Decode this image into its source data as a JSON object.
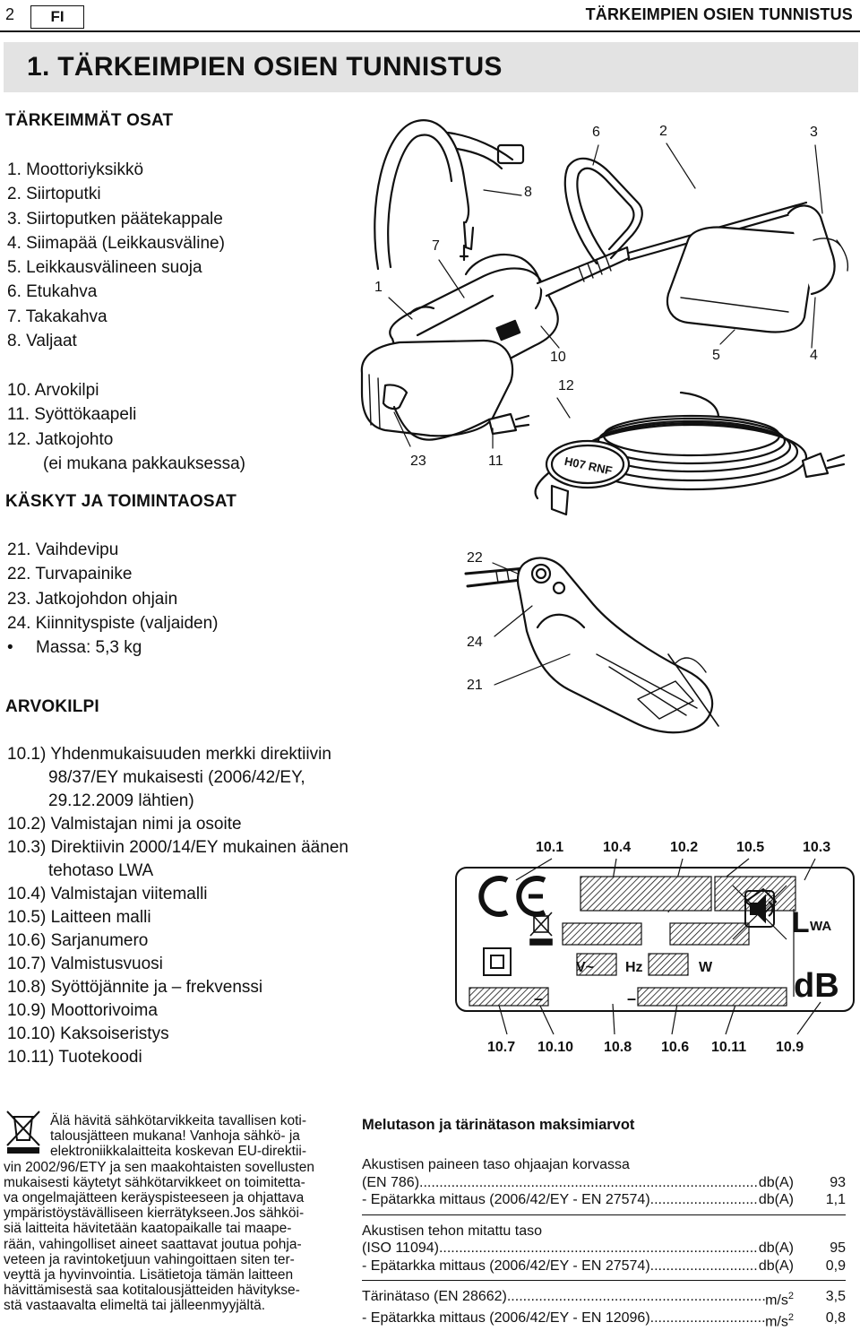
{
  "header": {
    "page_number": "2",
    "language": "FI",
    "running_title": "TÄRKEIMPIEN OSIEN TUNNISTUS"
  },
  "title": "1. TÄRKEIMPIEN OSIEN TUNNISTUS",
  "main_parts": {
    "heading": "TÄRKEIMMÄT OSAT",
    "items": [
      "1. Moottoriyksikkö",
      "2. Siirtoputki",
      "3. Siirtoputken päätekappale",
      "4. Siimapää (Leikkausväline)",
      "5. Leikkausvälineen suoja",
      "6. Etukahva",
      "7. Takakahva",
      "8. Valjaat"
    ],
    "items2": [
      "10. Arvokilpi",
      "11. Syöttökaapeli",
      "12. Jatkojohto"
    ],
    "item12_note": "(ei mukana pakkauksessa)"
  },
  "controls": {
    "heading": "KÄSKYT JA TOIMINTAOSAT",
    "items": [
      "21. Vaihdevipu",
      "22. Turvapainike",
      "23. Jatkojohdon ohjain",
      "24. Kiinnityspiste (valjaiden)"
    ],
    "mass": "Massa: 5,3 kg"
  },
  "figure_labels": {
    "main": [
      "1",
      "7",
      "8",
      "6",
      "2",
      "3",
      "10",
      "5",
      "4",
      "12",
      "23",
      "11"
    ],
    "cable_text": "H07 RNF",
    "handle": [
      "22",
      "24",
      "21"
    ]
  },
  "rating_plate": {
    "heading": "ARVOKILPI",
    "items": [
      "10.1) Yhdenmukaisuuden merkki direktiivin",
      "98/37/EY mukaisesti (2006/42/EY,",
      "29.12.2009 lähtien)",
      "10.2) Valmistajan nimi ja osoite",
      "10.3) Direktiivin 2000/14/EY mukainen äänen",
      "tehotaso LWA",
      "10.4) Valmistajan viitemalli",
      "10.5) Laitteen malli",
      "10.6) Sarjanumero",
      "10.7) Valmistusvuosi",
      "10.8) Syöttöjännite ja – frekvenssi",
      "10.9) Moottorivoima",
      "10.10) Kaksoiseristys",
      "10.11) Tuotekoodi"
    ],
    "top_labels": [
      "10.1",
      "10.4",
      "10.2",
      "10.5",
      "10.3"
    ],
    "bottom_labels": [
      "10.7",
      "10.10",
      "10.8",
      "10.6",
      "10.11",
      "10.9"
    ],
    "plate_text": {
      "volt": "V~",
      "hz": "Hz",
      "watt": "W",
      "lwa_l": "L",
      "lwa_sub": "WA",
      "db": "dB",
      "dash1": "–",
      "dash2": "–"
    }
  },
  "disposal": {
    "lines": [
      "Älä hävitä sähkötarvikkeita tavallisen koti-",
      "talousjätteen mukana! Vanhoja sähkö- ja",
      "elektroniikkalaitteita koskevan EU-direktii-",
      "vin 2002/96/ETY ja sen maakohtaisten sovellusten",
      "mukaisesti käytetyt sähkötarvikkeet on toimitetta-",
      "va ongelmajätteen keräyspisteeseen ja ohjattava",
      "ympäristöystävälliseen kierrätykseen.Jos sähköi-",
      "siä laitteita hävitetään kaatopaikalle tai maape-",
      "rään, vahingolliset aineet saattavat joutua pohja-",
      "veteen ja ravintoketjuun vahingoittaen siten ter-",
      "veyttä ja hyvinvointia. Lisätietoja tämän laitteen",
      "hävittämisestä saa kotitalousjätteiden hävitykse-",
      "stä vastaavalta elimeltä tai jälleenmyyjältä."
    ]
  },
  "noise": {
    "heading": "Melutason ja tärinätason maksimiarvot",
    "g1_title": "Akustisen paineen taso ohjaajan korvassa",
    "g1_r1": {
      "label": "(EN 786)",
      "unit": "db(A)",
      "value": "93"
    },
    "g1_r2": {
      "label": "- Epätarkka mittaus (2006/42/EY - EN 27574)",
      "unit": "db(A)",
      "value": "1,1"
    },
    "g2_title": "Akustisen tehon  mitattu taso",
    "g2_r1": {
      "label": "(ISO 11094)",
      "unit": "db(A)",
      "value": "95"
    },
    "g2_r2": {
      "label": "- Epätarkka mittaus (2006/42/EY - EN 27574)",
      "unit": "db(A)",
      "value": "0,9"
    },
    "g3_r1": {
      "label": "Tärinätaso  (EN 28662)",
      "unit": "m/s",
      "sup": "2",
      "value": "3,5"
    },
    "g3_r2": {
      "label": "- Epätarkka mittaus (2006/42/EY - EN 12096)",
      "unit": "m/s",
      "sup": "2",
      "value": "0,8"
    }
  }
}
